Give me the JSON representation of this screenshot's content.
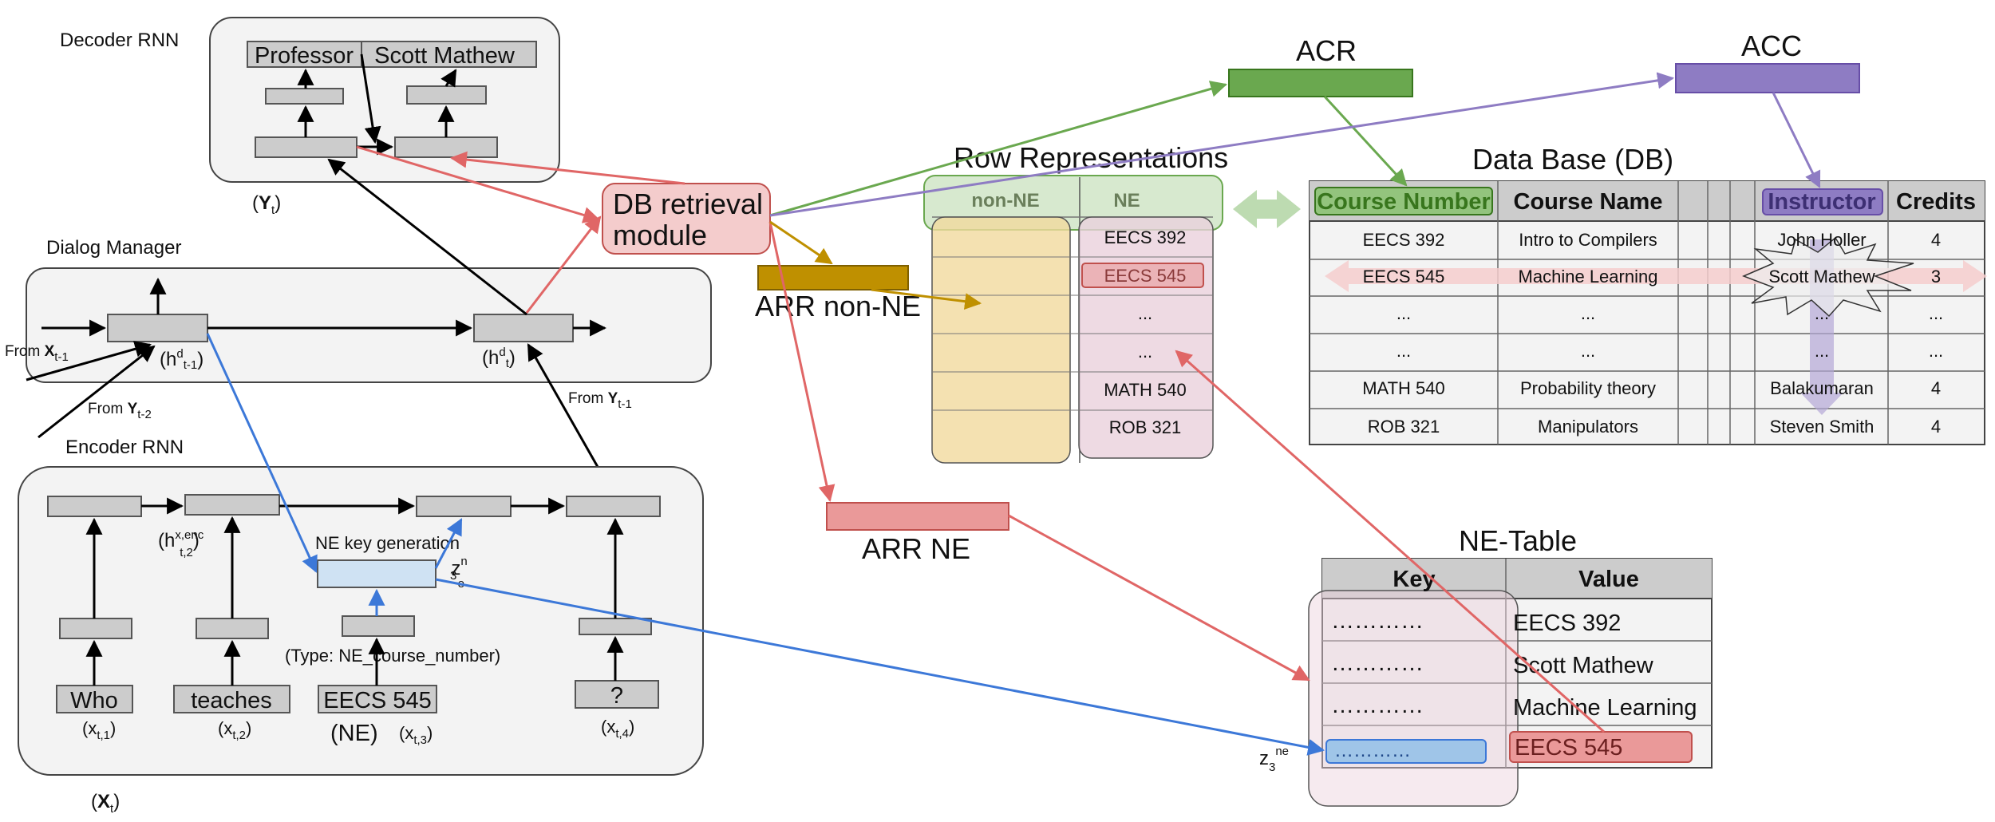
{
  "decoder": {
    "title": "Decoder RNN",
    "output_words": [
      "Professor",
      "Scott Mathew"
    ],
    "y_label": "Y",
    "y_sub": "t"
  },
  "dialog_manager": {
    "title": "Dialog Manager",
    "from_x": "From ",
    "from_x_bold": "X",
    "from_x_sub": "t-1",
    "from_y2": "From ",
    "from_y2_bold": "Y",
    "from_y2_sub": "t-2",
    "from_y1": "From ",
    "from_y1_bold": "Y",
    "from_y1_sub": "t-1",
    "h_prev": "h",
    "h_prev_sup": "d",
    "h_prev_sub": "t-1",
    "h_cur": "h",
    "h_cur_sup": "d",
    "h_cur_sub": "t"
  },
  "encoder": {
    "title": "Encoder RNN",
    "h_enc": "h",
    "h_enc_sup": "x,enc",
    "h_enc_sub": "t,2",
    "ne_key_generation": "NE key generation",
    "z_label": "z",
    "z_sup": "n",
    "z_sub": "e",
    "z_index": "3",
    "type_label": "(Type: NE_course_number)",
    "inputs": [
      "Who",
      "teaches",
      "EECS 545",
      "?"
    ],
    "input_subs": [
      "t,1",
      "t,2",
      "t,3",
      "t,4"
    ],
    "ne_tag": "(NE)",
    "x_label": "X",
    "x_sub": "t"
  },
  "db_retrieval": {
    "label_line1": "DB retrieval",
    "label_line2": "module"
  },
  "acr": {
    "label": "ACR",
    "color": "#6aa84f"
  },
  "acc": {
    "label": "ACC",
    "color": "#8e7cc3"
  },
  "arr_non_ne": {
    "label": "ARR non-NE",
    "color": "#bf9000"
  },
  "arr_ne": {
    "label": "ARR NE",
    "color": "#ea9999"
  },
  "row_representations": {
    "title": "Row Representations",
    "headers": [
      "non-NE",
      "NE"
    ],
    "ne_values": [
      "EECS 392",
      "EECS 545",
      "...",
      "...",
      "MATH 540",
      "ROB 321"
    ]
  },
  "database": {
    "title": "Data Base (DB)",
    "headers": [
      "Course Number",
      "Course Name",
      "",
      "",
      "",
      "Instructor",
      "Credits"
    ],
    "rows": [
      [
        "EECS 392",
        "Intro to Compilers",
        "",
        "",
        "",
        "John Holler",
        "4"
      ],
      [
        "EECS 545",
        "Machine Learning",
        "",
        "",
        "",
        "Scott Mathew",
        "3"
      ],
      [
        "...",
        "...",
        "",
        "",
        "",
        "...",
        "..."
      ],
      [
        "...",
        "...",
        "",
        "",
        "",
        "...",
        "..."
      ],
      [
        "MATH 540",
        "Probability theory",
        "",
        "",
        "",
        "Balakumaran",
        "4"
      ],
      [
        "ROB 321",
        "Manipulators",
        "",
        "",
        "",
        "Steven Smith",
        "4"
      ]
    ]
  },
  "ne_table": {
    "title": "NE-Table",
    "headers": [
      "Key",
      "Value"
    ],
    "keys": [
      "…………",
      "…………",
      "…………",
      "…………"
    ],
    "values": [
      "EECS 392",
      "Scott Mathew",
      "Machine Learning",
      "EECS 545"
    ],
    "z_label": "z",
    "z_sub": "3",
    "z_sup": "ne"
  },
  "colors": {
    "red_arrow": "#e06666",
    "blue_arrow": "#3c78d8",
    "green_arrow": "#6aa84f",
    "purple_arrow": "#8e7cc3",
    "gold_arrow": "#bf9000",
    "cell_gray": "#cccccc",
    "panel_gray": "#f3f3f3",
    "db_box_pink": "#f4cccc",
    "ne_key_blue": "#cfe2f3",
    "highlight_red": "#ea9999"
  }
}
